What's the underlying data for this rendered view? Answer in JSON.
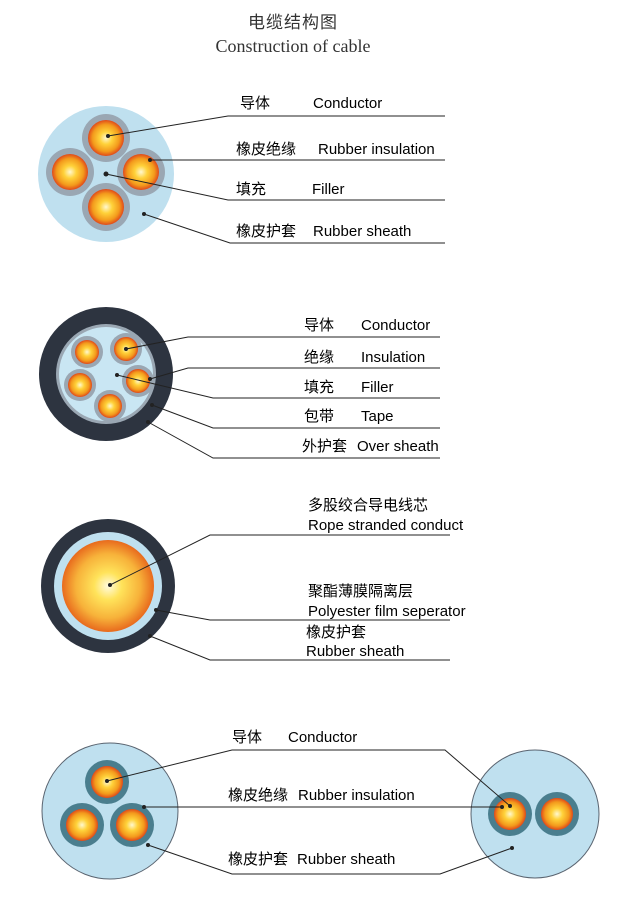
{
  "title_cn": "电缆结构图",
  "title_en": "Construction of cable",
  "colors": {
    "sheath_blue": "#bfe0ef",
    "insulation_grey": "#9aa7b3",
    "outer_dark": "#2d3440",
    "line": "#222222",
    "copper_center": "#fff6c0",
    "copper_edge": "#e0491a"
  },
  "diagram1": {
    "labels": [
      {
        "cn": "导体",
        "en": "Conductor"
      },
      {
        "cn": "橡皮绝缘",
        "en": "Rubber insulation"
      },
      {
        "cn": "填充",
        "en": "Filler"
      },
      {
        "cn": "橡皮护套",
        "en": "Rubber sheath"
      }
    ]
  },
  "diagram2": {
    "labels": [
      {
        "cn": "导体",
        "en": "Conductor"
      },
      {
        "cn": "绝缘",
        "en": "Insulation"
      },
      {
        "cn": "填充",
        "en": "Filler"
      },
      {
        "cn": "包带",
        "en": "Tape"
      },
      {
        "cn": "外护套",
        "en": "Over sheath"
      }
    ]
  },
  "diagram3": {
    "labels": [
      {
        "cn": "多股绞合导电线芯",
        "en": "Rope stranded conduct"
      },
      {
        "cn": "聚酯薄膜隔离层",
        "en": "Polyester film seperator"
      },
      {
        "cn": "橡皮护套",
        "en": "Rubber sheath"
      }
    ]
  },
  "diagram4": {
    "labels": [
      {
        "cn": "导体",
        "en": "Conductor"
      },
      {
        "cn": "橡皮绝缘",
        "en": "Rubber insulation"
      },
      {
        "cn": "橡皮护套",
        "en": "Rubber sheath"
      }
    ]
  }
}
